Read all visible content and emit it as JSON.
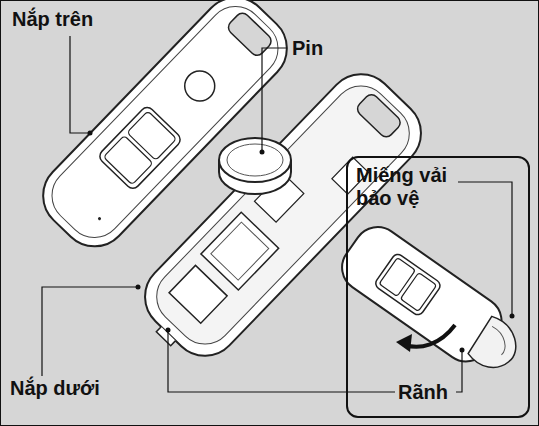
{
  "diagram": {
    "nodes": [
      {
        "text": [
          "Miếng vải bảo vệ",
          "Rãnh"
        ]
      }
    ],
    "labels": [
      "Nắp trên",
      "Pin",
      "Nắp dưới"
    ]
  }
}
